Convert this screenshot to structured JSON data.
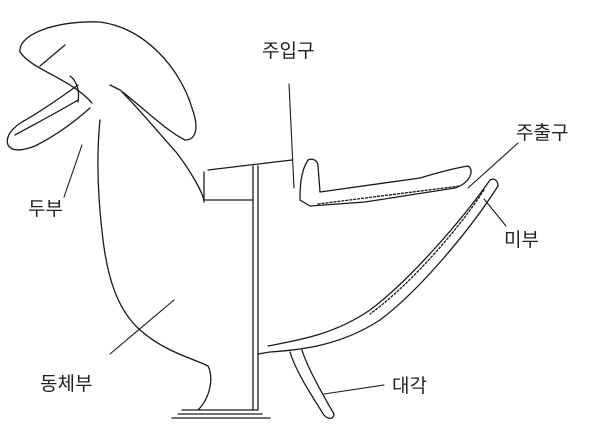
{
  "labels": {
    "spout_in": "주입구",
    "spout_out": "주출구",
    "head": "두부",
    "tail": "미부",
    "body": "동체부",
    "pedestal": "대각"
  }
}
